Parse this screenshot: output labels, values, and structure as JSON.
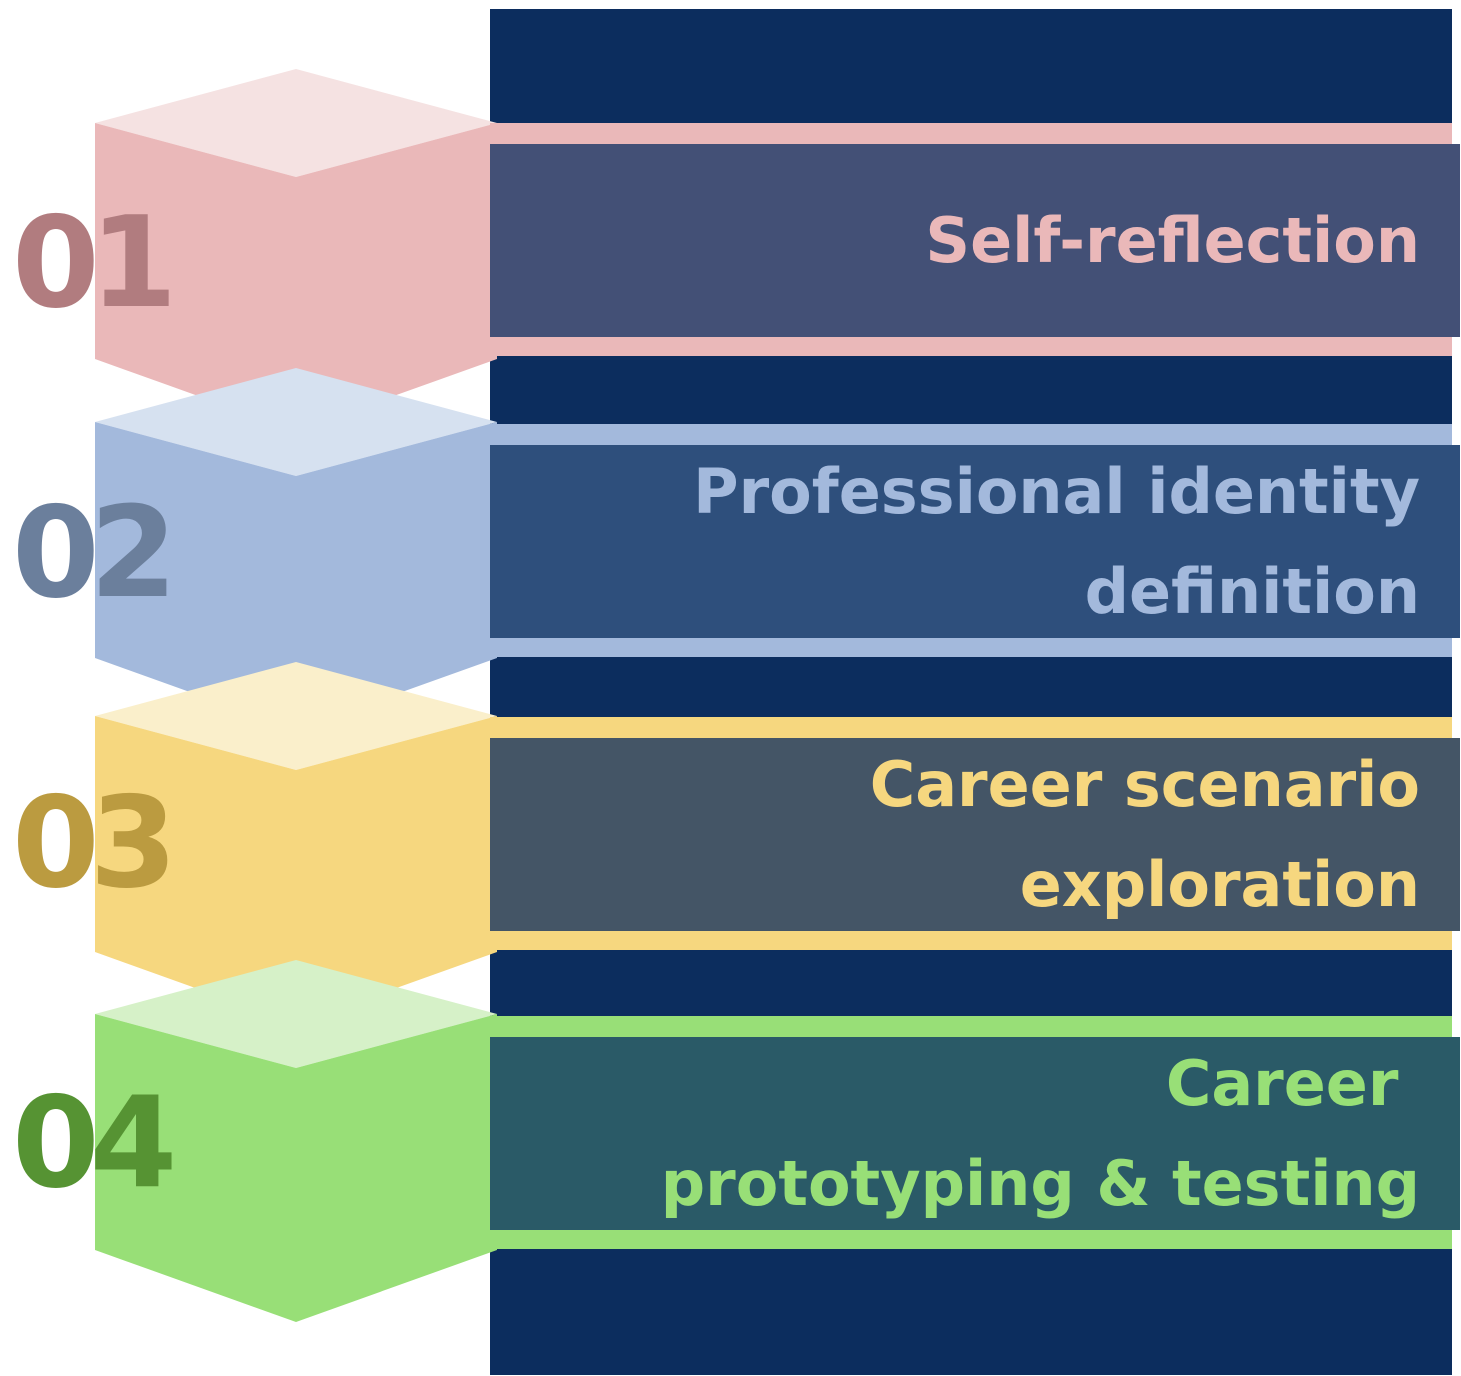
{
  "steps": [
    {
      "number": "01",
      "lines": [
        "Self-reflection"
      ],
      "color": "#eab8b9",
      "top_color": "#f5e2e2",
      "dark": "#b17c7f",
      "label_bg": "#435076"
    },
    {
      "number": "02",
      "lines": [
        "Professional identity",
        "definition"
      ],
      "color": "#a3b9dc",
      "top_color": "#d6e1f0",
      "dark": "#6b7f9c",
      "label_bg": "#2e4f7c"
    },
    {
      "number": "03",
      "lines": [
        "Career scenario",
        "exploration"
      ],
      "color": "#f6d77f",
      "top_color": "#faefcb",
      "dark": "#bb9b40",
      "label_bg": "#445566"
    },
    {
      "number": "04",
      "lines": [
        "Career ",
        "prototyping & testing"
      ],
      "color": "#98df77",
      "top_color": "#d6f1c8",
      "dark": "#569333",
      "label_bg": "#2a5a67"
    }
  ],
  "colors": {
    "column": "#0c2d5e"
  }
}
